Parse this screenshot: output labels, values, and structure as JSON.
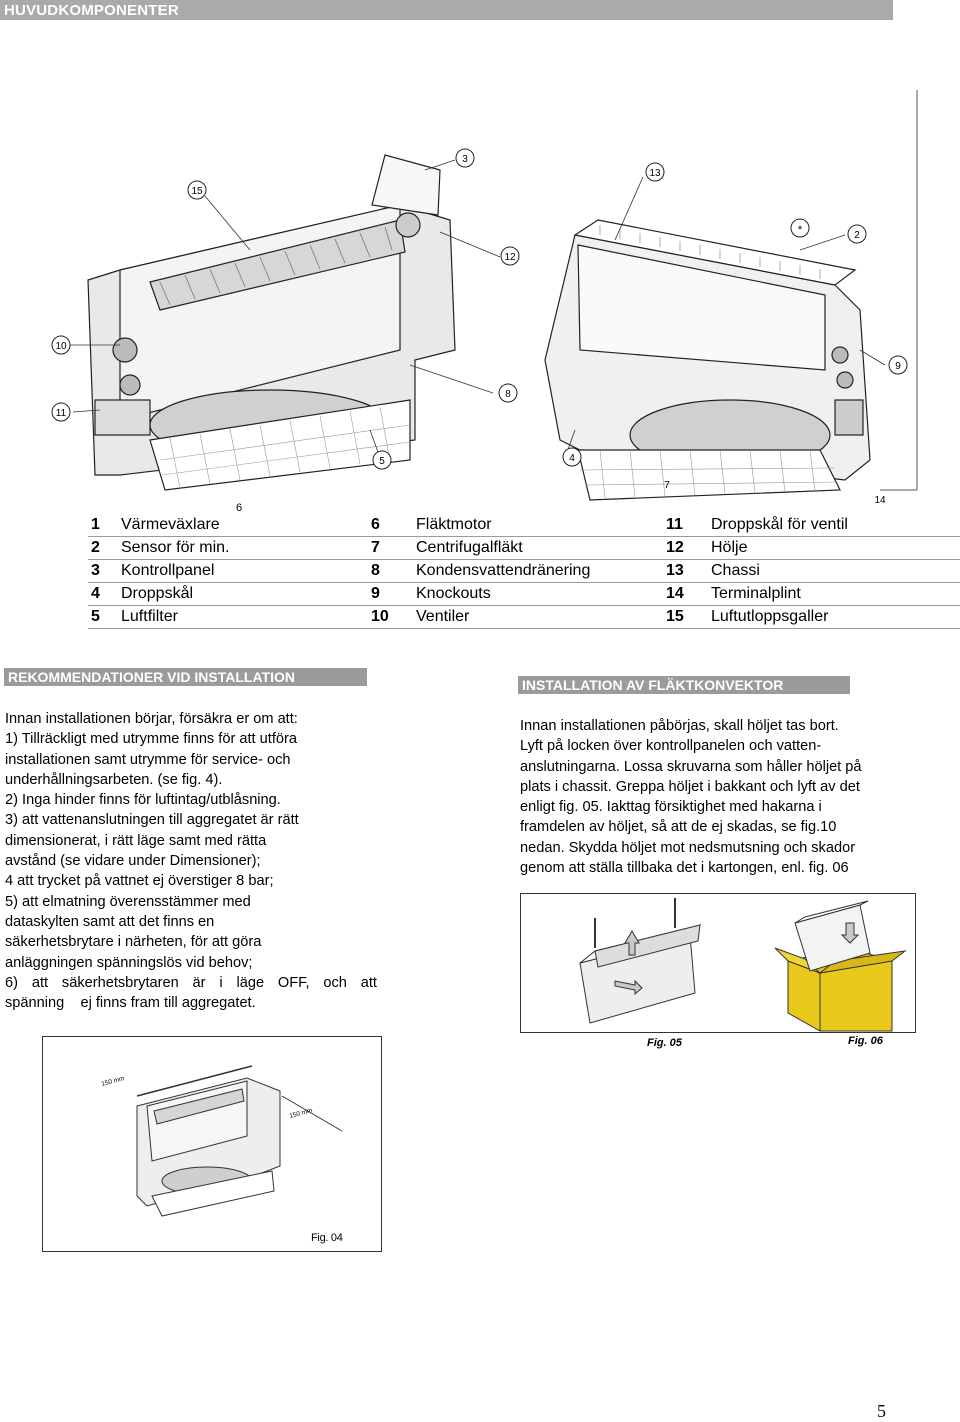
{
  "header": {
    "title": "HUVUDKOMPONENTER"
  },
  "diagram": {
    "callouts": [
      "15",
      "3",
      "13",
      "12",
      "2",
      "10",
      "9",
      "8",
      "11",
      "5",
      "4",
      "7",
      "14",
      "6"
    ],
    "asterisk": "*"
  },
  "components": {
    "rows": [
      {
        "n1": "1",
        "l1": "Värmeväxlare",
        "n2": "6",
        "l2": "Fläktmotor",
        "n3": "11",
        "l3": "Droppskål för ventil"
      },
      {
        "n1": "2",
        "l1": "Sensor för min.",
        "n2": "7",
        "l2": "Centrifugalfläkt",
        "n3": "12",
        "l3": "Hölje"
      },
      {
        "n1": "3",
        "l1": "Kontrollpanel",
        "n2": "8",
        "l2": "Kondensvattendränering",
        "n3": "13",
        "l3": "Chassi"
      },
      {
        "n1": "4",
        "l1": "Droppskål",
        "n2": "9",
        "l2": "Knockouts",
        "n3": "14",
        "l3": "Terminalplint"
      },
      {
        "n1": "5",
        "l1": "Luftfilter",
        "n2": "10",
        "l2": "Ventiler",
        "n3": "15",
        "l3": "Luftutloppsgaller"
      }
    ]
  },
  "recommendations": {
    "heading": "REKOMMENDATIONER VID INSTALLATION",
    "lines": [
      "Innan installationen börjar, försäkra er om att:",
      "1) Tillräckligt med utrymme finns för att utföra",
      "installationen samt utrymme för service- och",
      "underhållningsarbeten. (se fig. 4).",
      "2) Inga hinder finns för luftintag/utblåsning.",
      "3) att vattenanslutningen till aggregatet är rätt",
      "dimensionerat, i rätt läge samt med rätta",
      "avstånd (se vidare under Dimensioner);",
      "4 att trycket på vattnet ej överstiger 8 bar;",
      "5) att elmatning överensstämmer med",
      "dataskylten samt att det finns en",
      "säkerhetsbrytare i närheten, för att göra",
      "anläggningen spänningslös vid behov;",
      "6) att säkerhetsbrytaren är i läge OFF, och att",
      "spänning    ej finns fram till aggregatet."
    ]
  },
  "installation": {
    "heading": "INSTALLATION AV FLÄKTKONVEKTOR",
    "lines": [
      "Innan installationen påbörjas, skall höljet tas bort.",
      "Lyft på locken över kontrollpanelen och vatten-",
      "anslutningarna. Lossa skruvarna som håller höljet på",
      "plats i chassit. Greppa höljet i bakkant och lyft av det",
      "enligt fig. 05. Iakttag försiktighet med hakarna i",
      "framdelen av höljet, så att de ej skadas, se fig.10",
      "nedan. Skydda höljet mot nedsmutsning och skador",
      "genom att ställa tillbaka det i kartongen, enl. fig. 06"
    ]
  },
  "figures": {
    "fig05": "Fig. 05",
    "fig06": "Fig. 06",
    "fig04": "Fig. 04",
    "dim_top": "150 mm",
    "dim_side": "150 mm"
  },
  "colors": {
    "header_bg": "#aaaaaa",
    "box_yellow": "#e9c81c"
  },
  "page_number": "5"
}
